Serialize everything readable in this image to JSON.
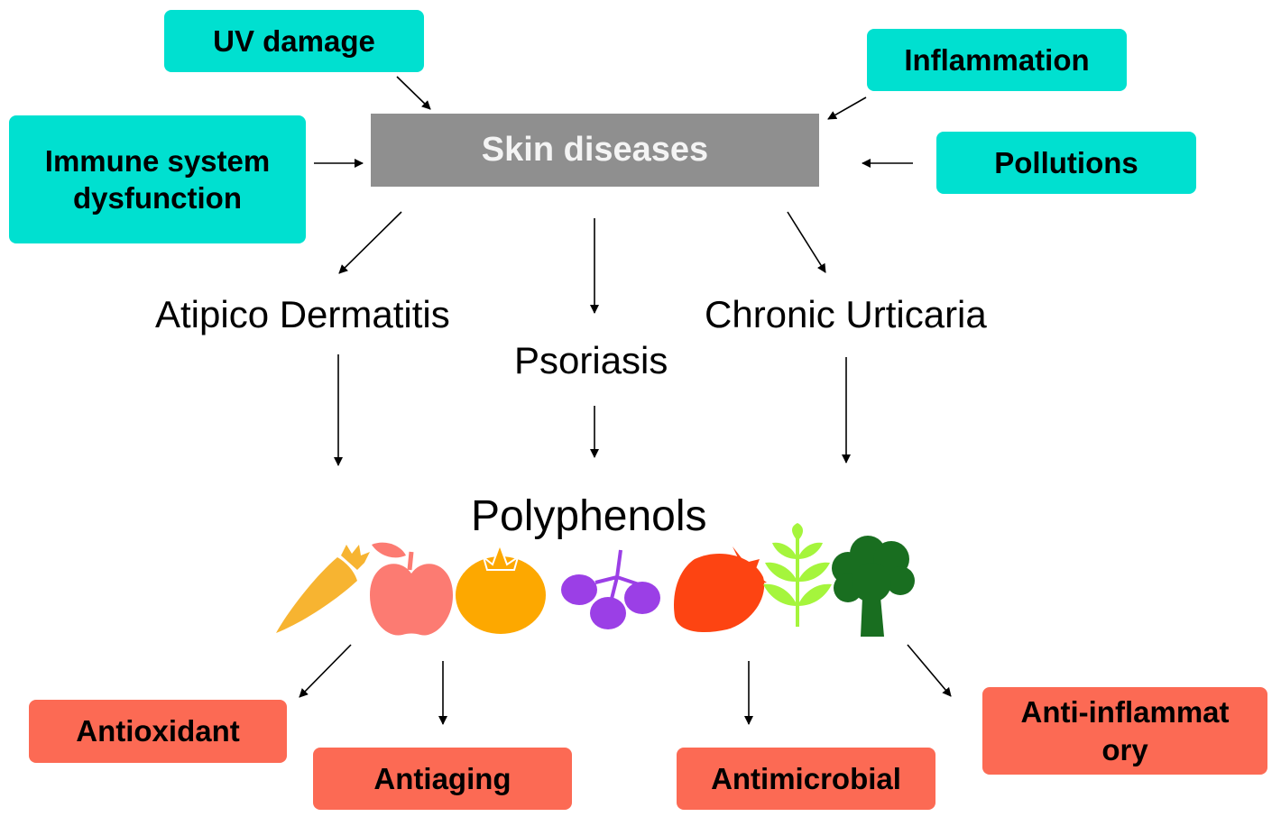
{
  "center": "Skin diseases",
  "causes": {
    "uv": "UV damage",
    "inflammation": "Inflammation",
    "immune": "Immune system dysfunction",
    "pollutions": "Pollutions"
  },
  "diseases": {
    "atopic": "Atipico Dermatitis",
    "psoriasis": "Psoriasis",
    "urticaria": "Chronic Urticaria"
  },
  "polyphenols": "Polyphenols",
  "foods": [
    "carrot-icon",
    "apple-icon",
    "tomato-icon",
    "grapes-icon",
    "strawberry-icon",
    "herb-icon",
    "broccoli-icon"
  ],
  "effects": {
    "antioxidant": "Antioxidant",
    "antiaging": "Antiaging",
    "antimicrobial": "Antimicrobial",
    "antiinflammatory": "Anti-inflammatory"
  },
  "colors": {
    "cause": "#00e0d0",
    "center": "#8f8f8f",
    "effect": "#fc6a54",
    "carrot": "#f7b431",
    "apple": "#fc7b72",
    "tomato": "#fda800",
    "grapes": "#9b3fe6",
    "strawberry": "#fd4412",
    "herb": "#a5f53c",
    "broccoli": "#196e20"
  }
}
